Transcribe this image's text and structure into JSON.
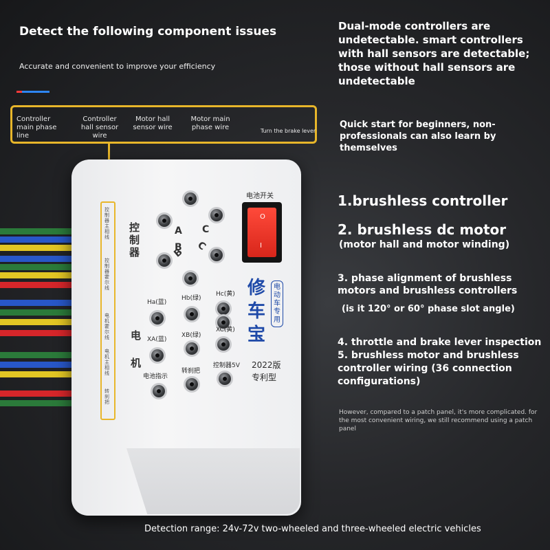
{
  "header": {
    "headline": "Detect the following component issues",
    "subline": "Accurate and convenient to improve your efficiency"
  },
  "callout": {
    "labels": [
      "Controller main phase line",
      "Controller hall sensor wire",
      "Motor hall sensor wire",
      "Motor main phase wire",
      "Turn the brake lever"
    ]
  },
  "right": {
    "dual_mode": "Dual-mode controllers are undetectable. smart controllers with hall sensors are detectable; those without hall sensors are undetectable",
    "quick_start": "Quick start for beginners, non-professionals can also learn by themselves",
    "item1": "1.brushless controller",
    "item2": "2. brushless dc motor",
    "item2_sub": "(motor hall and motor winding)",
    "item3": "3. phase alignment of brushless motors and brushless controllers",
    "item3_sub": "(is it 120° or 60° phase slot angle)",
    "item4": "4. throttle and brake lever inspection 5. brushless motor and brushless controller wiring (36 connection configurations)",
    "note": "However, compared to a patch panel, it's more complicated. for the most convenient wiring, we still recommend using a patch panel"
  },
  "footer": {
    "range": "Detection range: 24v-72v two-wheeled and three-wheeled electric vehicles"
  },
  "device": {
    "switch_label": "电池开关",
    "switch_on": "I",
    "switch_off": "O",
    "controller_label": "控制器",
    "motor_label": "电机",
    "phase_letters": [
      "A",
      "B",
      "C"
    ],
    "hall_labels": [
      "Ha(蓝)",
      "Hb(绿)",
      "Hc(黄)",
      "XA(蓝)",
      "XB(绿)",
      "XC(黄)"
    ],
    "bottom_labels": [
      "电池指示",
      "转刹把",
      "控制器5V"
    ],
    "brand": "修车宝",
    "brand_sub": "电动车专用",
    "version": "2022版",
    "model": "专利型",
    "side_labels": [
      "控制器主相线",
      "控制器霍尔线",
      "电机霍尔线",
      "电机主相线",
      "转刹把"
    ]
  },
  "colors": {
    "accent_yellow": "#e8b62a",
    "accent_blue": "#2e86f5",
    "switch_red": "#e8322a",
    "brand_blue": "#1f4aa8"
  }
}
